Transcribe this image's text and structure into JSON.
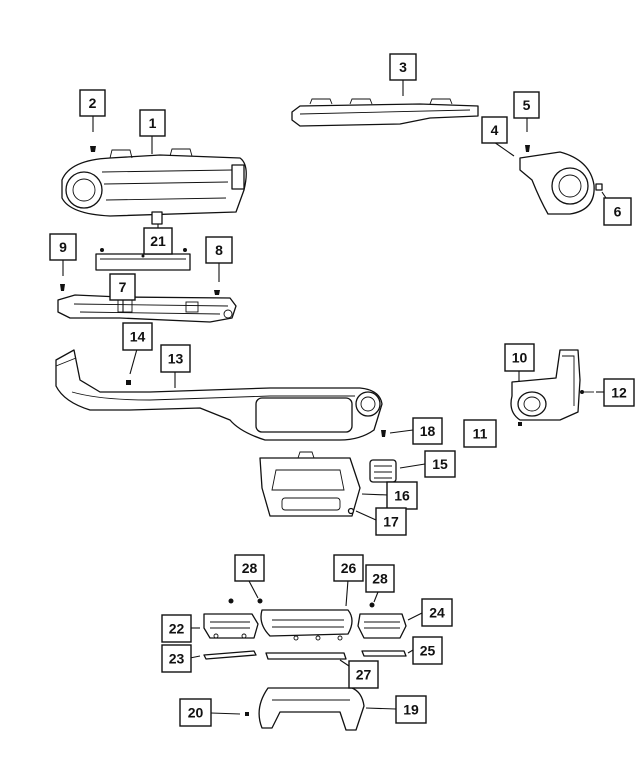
{
  "diagram": {
    "callouts": [
      "1",
      "2",
      "3",
      "4",
      "5",
      "6",
      "7",
      "8",
      "9",
      "10",
      "11",
      "12",
      "13",
      "14",
      "15",
      "16",
      "17",
      "18",
      "19",
      "20",
      "21",
      "22",
      "23",
      "24",
      "25",
      "26",
      "27",
      "28",
      "28"
    ]
  }
}
